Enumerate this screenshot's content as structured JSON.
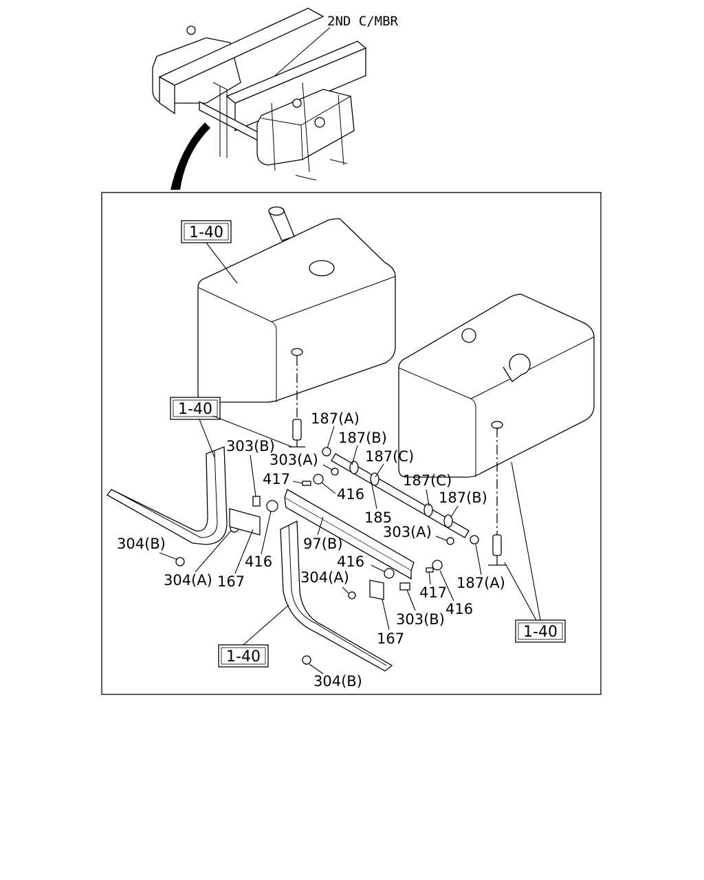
{
  "top_view": {
    "label": "2ND C/MBR"
  },
  "references": {
    "tank_left": "1-40",
    "bracket_left": "1-40",
    "bracket_bottom": "1-40",
    "tank_right": "1-40"
  },
  "callouts": {
    "p187a_top": "187(A)",
    "p187b_top": "187(B)",
    "p187c_top": "187(C)",
    "p303b_left": "303(B)",
    "p303a_top": "303(A)",
    "p417_top": "417",
    "p416_top": "416",
    "p185": "185",
    "p187c_right": "187(C)",
    "p187b_right": "187(B)",
    "p303a_right": "303(A)",
    "p304b_left": "304(B)",
    "p97b": "97(B)",
    "p416_left": "416",
    "p304a_left": "304(A)",
    "p167_left": "167",
    "p416_mid": "416",
    "p304a_mid": "304(A)",
    "p417_bottom": "417",
    "p187a_right": "187(A)",
    "p416_bottom": "416",
    "p303b_bottom": "303(B)",
    "p167_bottom": "167",
    "p304b_bottom": "304(B)"
  }
}
